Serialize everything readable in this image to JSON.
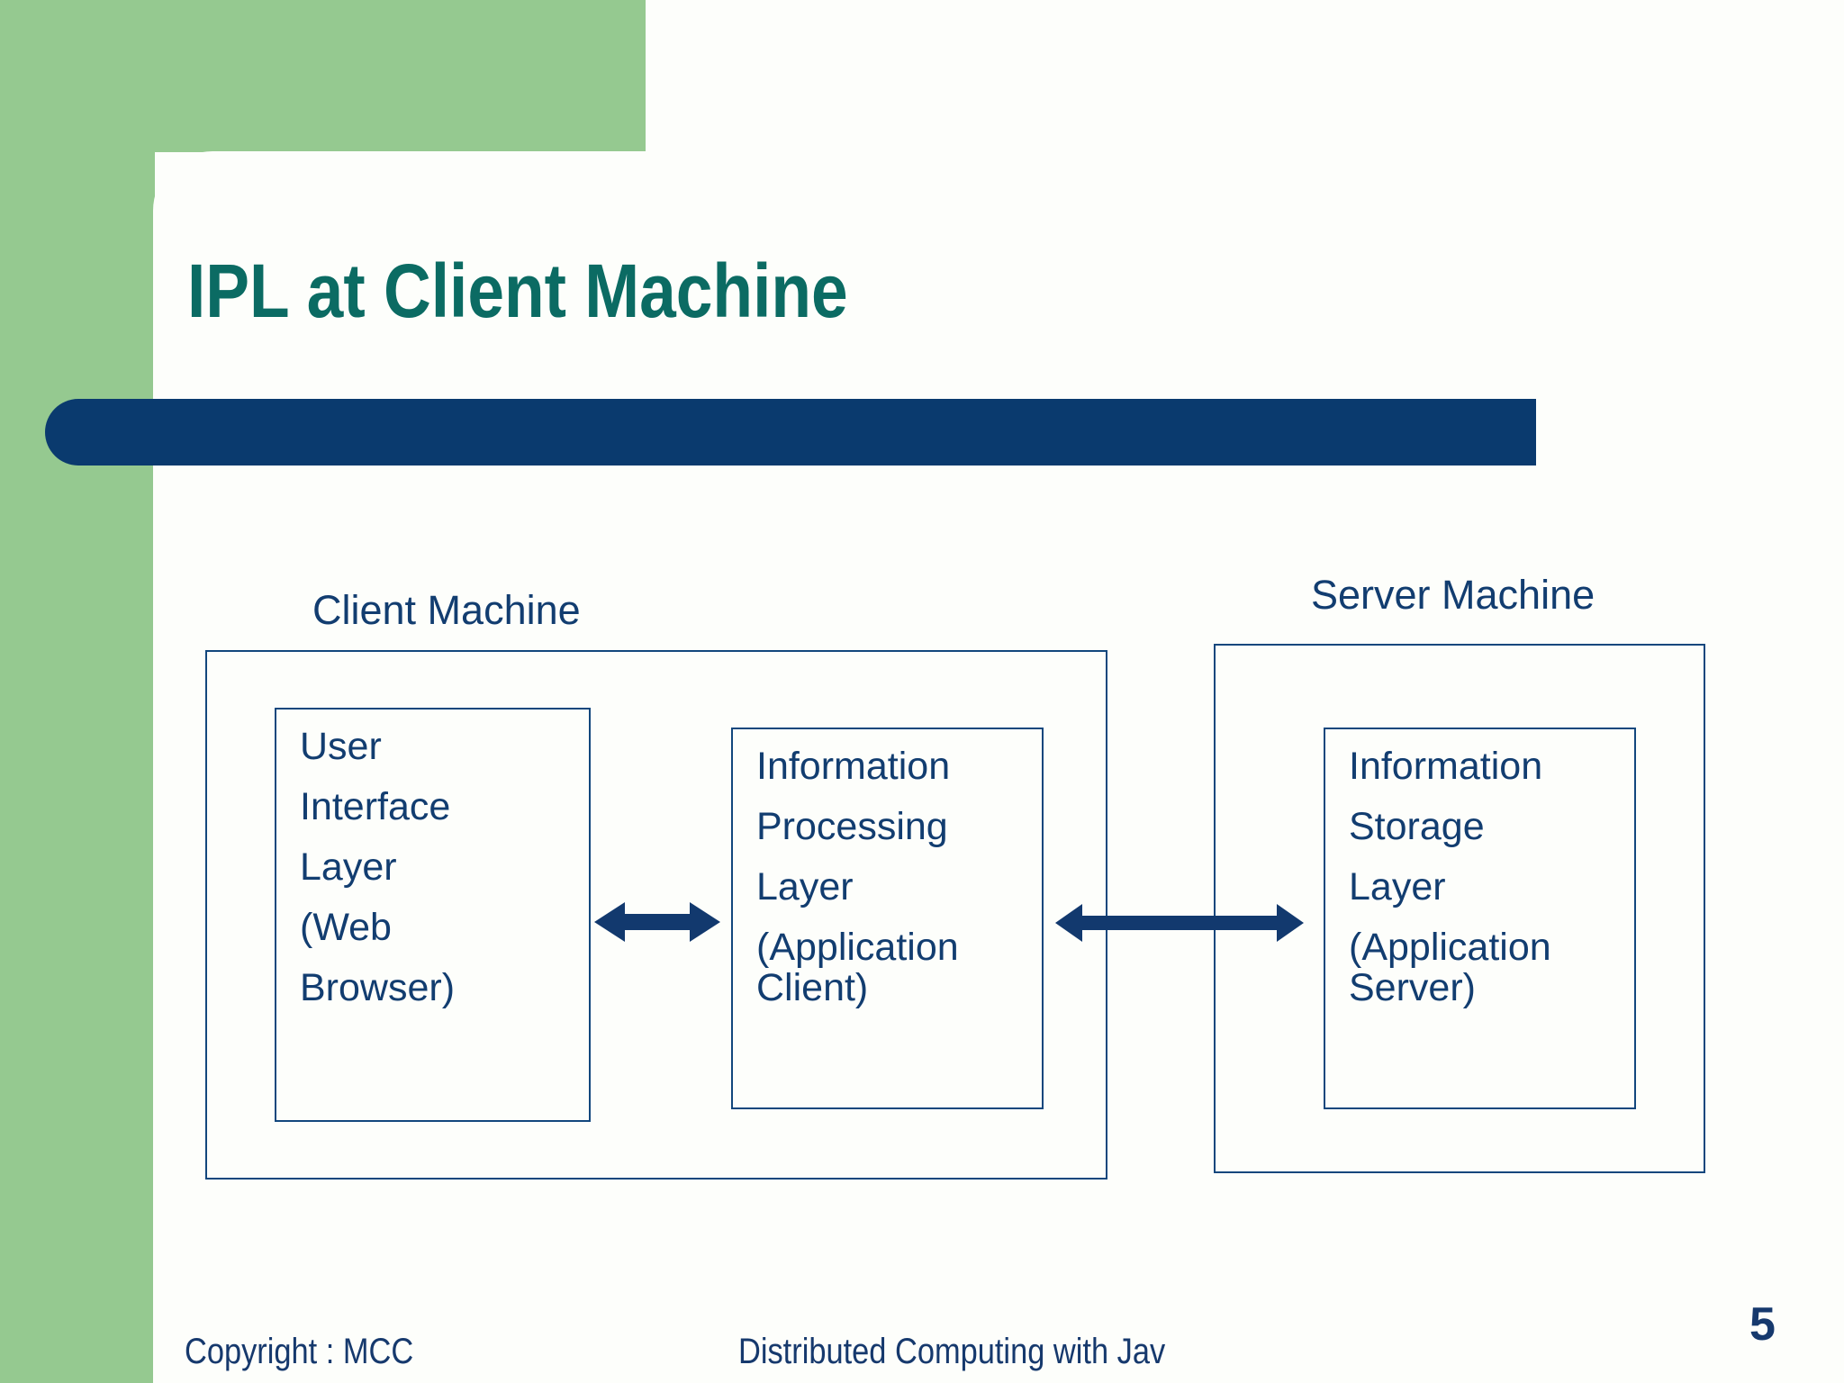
{
  "theme": {
    "green": "#95c990",
    "navy_bar": "#0a3a6e",
    "title_teal": "#0b6b63",
    "outline_blue": "#12477d",
    "text_navy": "#123d70",
    "background": "#fdfefb"
  },
  "title": "IPL at Client Machine",
  "diagram": {
    "client_machine_label": "Client Machine",
    "server_machine_label": "Server Machine",
    "boxes": [
      {
        "id": "user-interface-layer",
        "lines": [
          "User",
          "Interface",
          "Layer",
          "(Web",
          "Browser)"
        ]
      },
      {
        "id": "information-processing-layer",
        "lines": [
          "Information",
          "Processing",
          "Layer",
          "(Application",
          "Client)"
        ]
      },
      {
        "id": "information-storage-layer",
        "lines": [
          "Information",
          "Storage",
          "Layer",
          "(Application",
          "Server)"
        ]
      }
    ],
    "arrows": [
      {
        "id": "ui-to-ipl",
        "type": "double-headed-arrow"
      },
      {
        "id": "ipl-to-isl",
        "type": "double-headed-arrow"
      }
    ]
  },
  "footer": {
    "copyright": "Copyright : MCC",
    "course": "Distributed Computing with Jav",
    "page_number": "5"
  }
}
